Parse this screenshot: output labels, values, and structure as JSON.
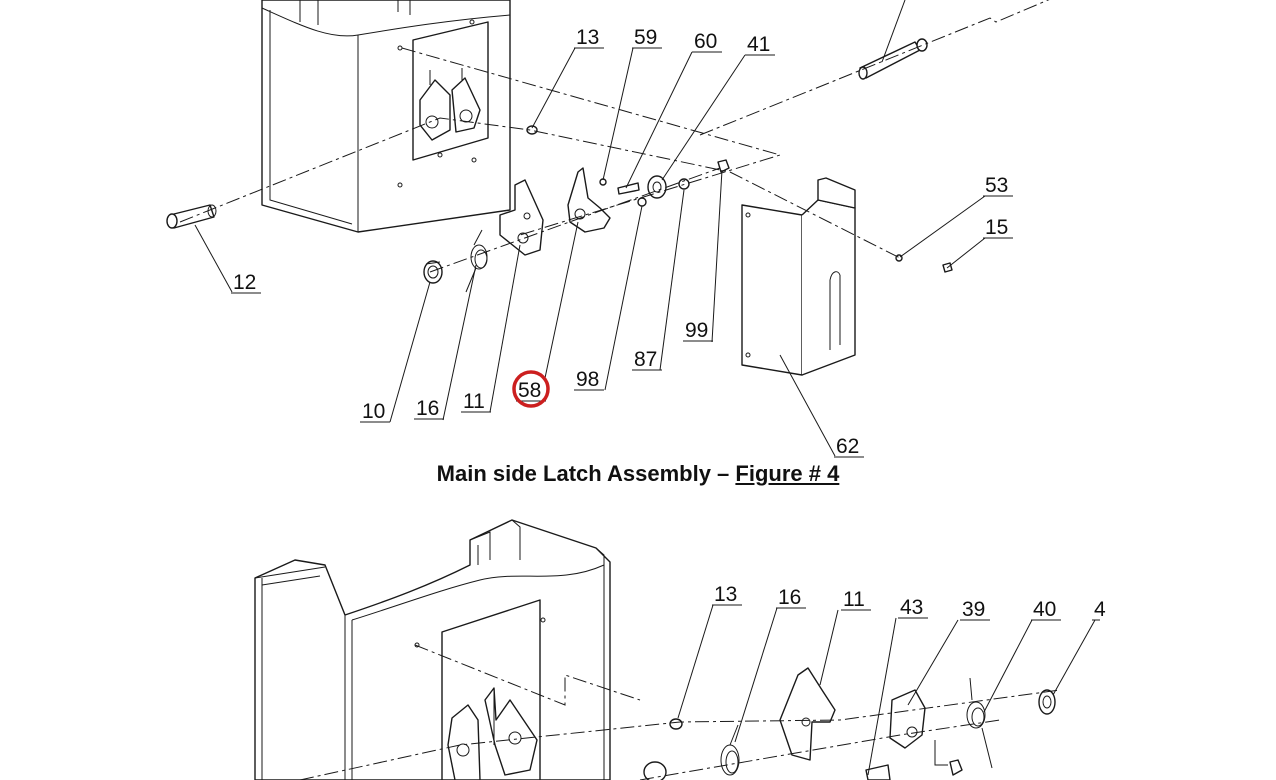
{
  "figure_top": {
    "callouts": [
      "13",
      "59",
      "60",
      "41",
      "53",
      "15",
      "12",
      "99",
      "87",
      "98",
      "58",
      "11",
      "16",
      "10",
      "62"
    ],
    "highlighted_callout": "58",
    "highlight_color": "#cc1f1f"
  },
  "caption": {
    "prefix": "Main side Latch Assembly – ",
    "link": "Figure # 4"
  },
  "figure_bottom": {
    "callouts": [
      "13",
      "16",
      "11",
      "43",
      "39",
      "40",
      "4"
    ]
  }
}
